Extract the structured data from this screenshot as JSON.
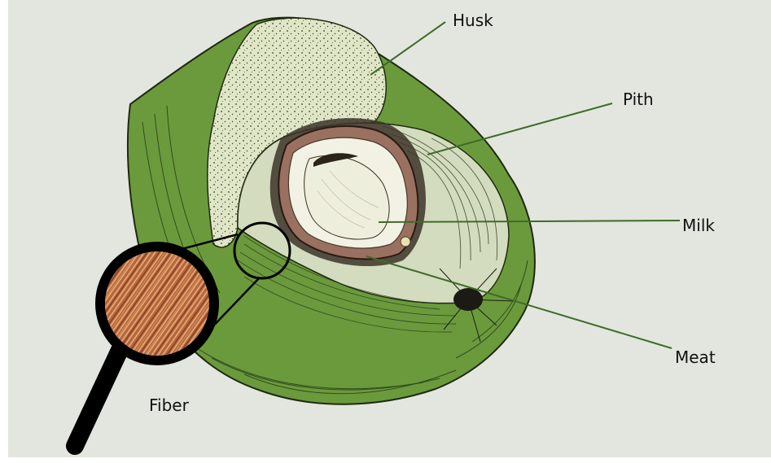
{
  "diagram": {
    "labels": {
      "husk": "Husk",
      "pith": "Pith",
      "milk": "Milk",
      "meat": "Meat",
      "fiber": "Fiber"
    },
    "colors": {
      "background": "#e3e6df",
      "husk_green": "#6b9a3c",
      "husk_light": "#dfe6c6",
      "pith": "#d4dcc0",
      "shell": "#9a7060",
      "meat": "#f2f2e4",
      "leader_line": "#3f6b28"
    }
  }
}
